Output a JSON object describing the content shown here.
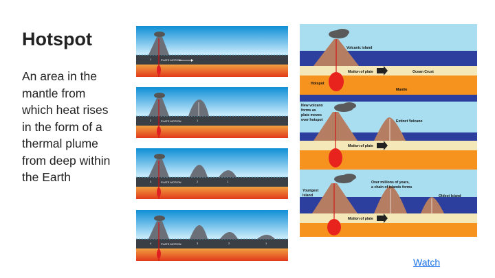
{
  "slide": {
    "title": "Hotspot",
    "body": "An area in the mantle from which heat rises in the form of a thermal plume from deep within the Earth",
    "link_label": "Watch"
  },
  "left_sequence": {
    "plate_label": "PLATE MOTION",
    "stages": [
      {
        "numbers": [
          "1"
        ]
      },
      {
        "numbers": [
          "2",
          "1"
        ]
      },
      {
        "numbers": [
          "3",
          "2",
          "1"
        ]
      },
      {
        "numbers": [
          "4",
          "3",
          "2",
          "1"
        ]
      }
    ]
  },
  "right_diagram": {
    "labels": {
      "volcanic_island": "Volcanic island",
      "motion_of_plate": "Motion of plate",
      "ocean_crust": "Ocean Crust",
      "hotspot": "Hotspot",
      "mantle": "Mantle",
      "new_volcano_1": "New volcano",
      "new_volcano_2": "forms as",
      "new_volcano_3": "plate moves",
      "new_volcano_4": "over hotspot",
      "extinct_volcano": "Extinct Volcano",
      "motion_of_plate_2": "Motion of plate",
      "youngest_1": "Youngest",
      "youngest_2": "Island",
      "millions_1": "Over millions of years,",
      "millions_2": "a chain of islands forms",
      "oldest_island": "Oldest Island",
      "motion_of_plate_3": "Motion of plate"
    }
  }
}
